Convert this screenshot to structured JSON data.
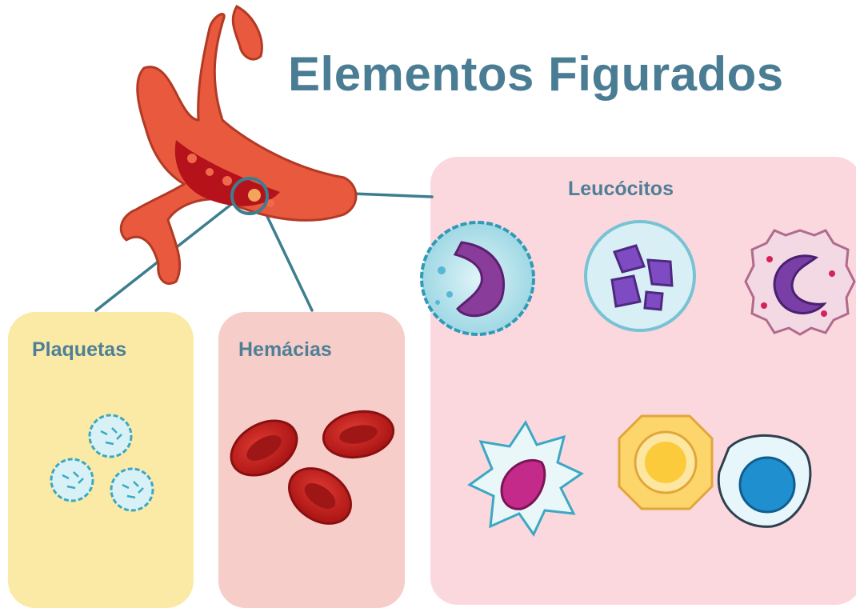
{
  "title": "Elementos Figurados",
  "panels": {
    "plaquetas": "Plaquetas",
    "hemacias": "Hemácias",
    "leucocitos": "Leucócitos"
  },
  "colors": {
    "title": "#4a7d94",
    "label": "#4e7f97",
    "plaquetas_bg": "#faeaa6",
    "hemacias_bg": "#f6cdc8",
    "leucocitos_bg": "#fbd8de",
    "vessel": "#e8593e",
    "red_cell": "#c41e1e",
    "connector": "#3d7e8e"
  },
  "icons": [
    "blood-vessel-icon",
    "platelet-icon",
    "red-blood-cell-icon",
    "neutrophil-icon",
    "basophil-icon",
    "eosinophil-icon",
    "macrophage-icon",
    "lymphocyte-icon",
    "monocyte-icon"
  ]
}
